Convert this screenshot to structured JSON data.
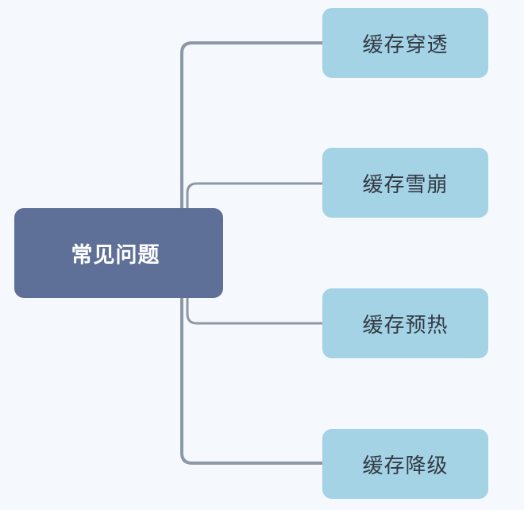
{
  "mindmap": {
    "root": {
      "label": "常见问题"
    },
    "children": [
      {
        "label": "缓存穿透"
      },
      {
        "label": "缓存雪崩"
      },
      {
        "label": "缓存预热"
      },
      {
        "label": "缓存降级"
      }
    ]
  },
  "colors": {
    "background": "#f5f8fd",
    "root_fill": "#5e7098",
    "child_fill": "#a4d3e6",
    "connector": "#8e97a6",
    "root_text": "#ffffff",
    "child_text": "#333a44"
  }
}
